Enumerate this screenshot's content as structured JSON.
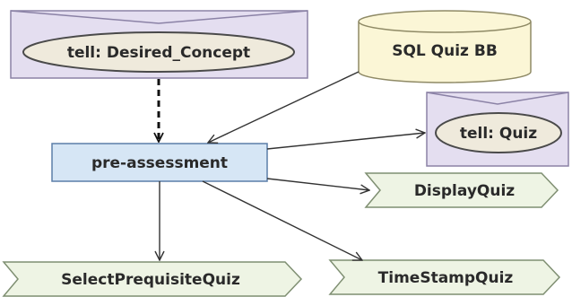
{
  "diagram": {
    "tell_desired": "tell: Desired_Concept",
    "sql_bb": "SQL Quiz BB",
    "tell_quiz": "tell: Quiz",
    "pre_assessment": "pre-assessment",
    "display_quiz": "DisplayQuiz",
    "select_prereq": "SelectPrequisiteQuiz",
    "timestamp_quiz": "TimeStampQuiz"
  },
  "colors": {
    "tell_box_fill": "#e4def0",
    "tell_box_stroke": "#8b82a6",
    "oval_fill": "#efeadc",
    "oval_stroke": "#4a4a4a",
    "cylinder_fill": "#fbf6d6",
    "cylinder_stroke": "#8f8a66",
    "process_fill": "#d6e6f5",
    "process_stroke": "#5b7ea8",
    "output_fill": "#eef4e4",
    "output_stroke": "#7f8f72",
    "edge": "#333333"
  }
}
